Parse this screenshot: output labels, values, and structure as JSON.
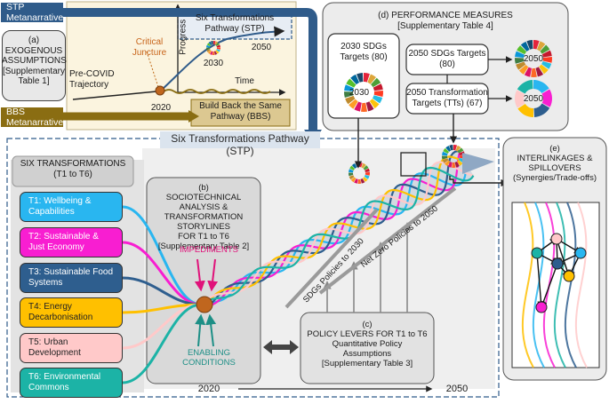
{
  "top_left": {
    "stp_metanarrative": "STP Metanarrative",
    "bbs_metanarrative": "BBS Metanarrative",
    "exogenous": {
      "letter": "(a)",
      "lines": [
        "EXOGENOUS",
        "ASSUMPTIONS",
        "[Supplementary",
        "Table 1]"
      ]
    }
  },
  "trajectory_panel": {
    "stp_label": [
      "Six Transformations",
      "Pathway (STP)"
    ],
    "critical_juncture": [
      "Critical",
      "Juncture"
    ],
    "pre_covid": [
      "Pre-COVID",
      "Trajectory"
    ],
    "progress_label": "Progress",
    "time_label": "Time",
    "year_2020": "2020",
    "year_2030": "2030",
    "year_2050": "2050",
    "bbs_label": [
      "Build Back the Same",
      "Pathway (BBS)"
    ]
  },
  "performance": {
    "title": "(d) PERFORMANCE MEASURES",
    "subtitle": "[Supplementary Table 4]",
    "targets_2030": [
      "2030 SDGs",
      "Targets (80)"
    ],
    "targets_2050": [
      "2050 SDGs Targets",
      "(80)"
    ],
    "targets_tt": [
      "2050 Transformation",
      "Targets (TTs) (67)"
    ],
    "wheel_2030": "2030",
    "wheel_2050a": "2050",
    "wheel_2050b": "2050"
  },
  "stp_banner": "Six Transformations Pathway (STP)",
  "six_transformations": {
    "title": [
      "SIX TRANSFORMATIONS",
      "(T1 to T6)"
    ],
    "items": [
      {
        "lines": [
          "T1: Wellbeing &",
          "Capabilities"
        ],
        "color": "#29b6f0"
      },
      {
        "lines": [
          "T2:  Sustainable &",
          "Just Economy"
        ],
        "color": "#f81ed1"
      },
      {
        "lines": [
          "T3: Sustainable Food",
          "Systems"
        ],
        "color": "#2e5e8e"
      },
      {
        "lines": [
          "T4: Energy",
          "Decarbonisation"
        ],
        "color": "#ffc000"
      },
      {
        "lines": [
          "T5: Urban",
          "Development"
        ],
        "color": "#ffc9c9"
      },
      {
        "lines": [
          "T6: Environmental",
          "Commons"
        ],
        "color": "#1cb3a6"
      }
    ]
  },
  "sociotechnical": {
    "lines": [
      "(b)",
      "SOCIOTECHNICAL ANALYSIS &",
      "TRANSFORMATION STORYLINES",
      "FOR T1 to T6",
      "[Supplementary Table 2]"
    ],
    "impediments": "IMPEDIMENTS",
    "enabling": [
      "ENABLING",
      "CONDITIONS"
    ]
  },
  "policy": {
    "lines": [
      "(c)",
      "POLICY LEVERS FOR T1 to T6",
      "Quantitative Policy",
      "Assumptions",
      "[Supplementary Table 3]"
    ]
  },
  "policy_labels": {
    "sdgs": "SDGs Policies to 2030",
    "netzero": "Net Zero Policies to 2050"
  },
  "interlinkages": {
    "letter": "(e)",
    "lines": [
      "INTERLINKAGES &",
      "SPILLOVERS",
      "(Synergies/Trade-offs)"
    ]
  },
  "axis": {
    "start": "2020",
    "end": "2050"
  },
  "colors": {
    "stp_blue": "#2f5b8a",
    "bbs_brown": "#8a6d12",
    "panel_cream": "#fbf4df",
    "grey_panel": "#d9d9d9",
    "sdg_wheel": [
      "#e5243b",
      "#dda63a",
      "#4c9f38",
      "#c5192d",
      "#ff3a21",
      "#26bde2",
      "#fcc30b",
      "#a21942",
      "#fd6925",
      "#dd1367",
      "#fd9d24",
      "#bf8b2e",
      "#3f7e44",
      "#0a97d9",
      "#56c02b",
      "#00689d",
      "#19486a"
    ]
  }
}
